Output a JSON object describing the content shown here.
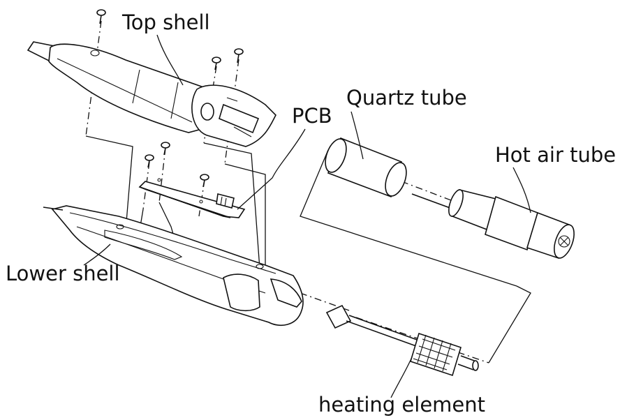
{
  "labels": {
    "top_shell": "Top shell",
    "pcb": "PCB",
    "quartz_tube": "Quartz tube",
    "hot_air_tube": "Hot air tube",
    "lower_shell": "Lower shell",
    "heating_element": "heating element"
  }
}
